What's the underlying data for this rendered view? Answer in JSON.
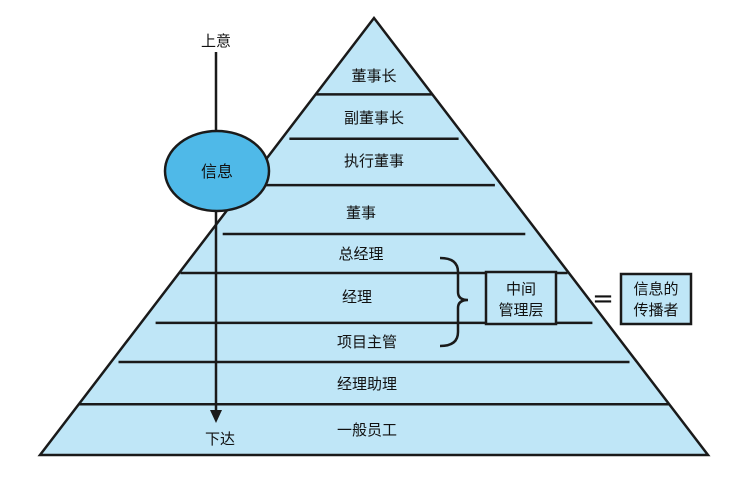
{
  "pyramid": {
    "levels": [
      "董事长",
      "副董事长",
      "执行董事",
      "董事",
      "总经理",
      "经理",
      "项目主管",
      "经理助理",
      "一般员工"
    ]
  },
  "flow": {
    "top_label": "上意",
    "bottom_label": "下达",
    "ellipse_label": "信息"
  },
  "middle_management": {
    "line1": "中间",
    "line2": "管理层"
  },
  "equals_sign": "=",
  "disseminator": {
    "line1": "信息的",
    "line2": "传播者"
  },
  "colors": {
    "pyramid_fill": "#bfe6f7",
    "ellipse_fill": "#4fb9e8",
    "box_fill": "#bfe6f7",
    "stroke": "#1a1a1a"
  }
}
